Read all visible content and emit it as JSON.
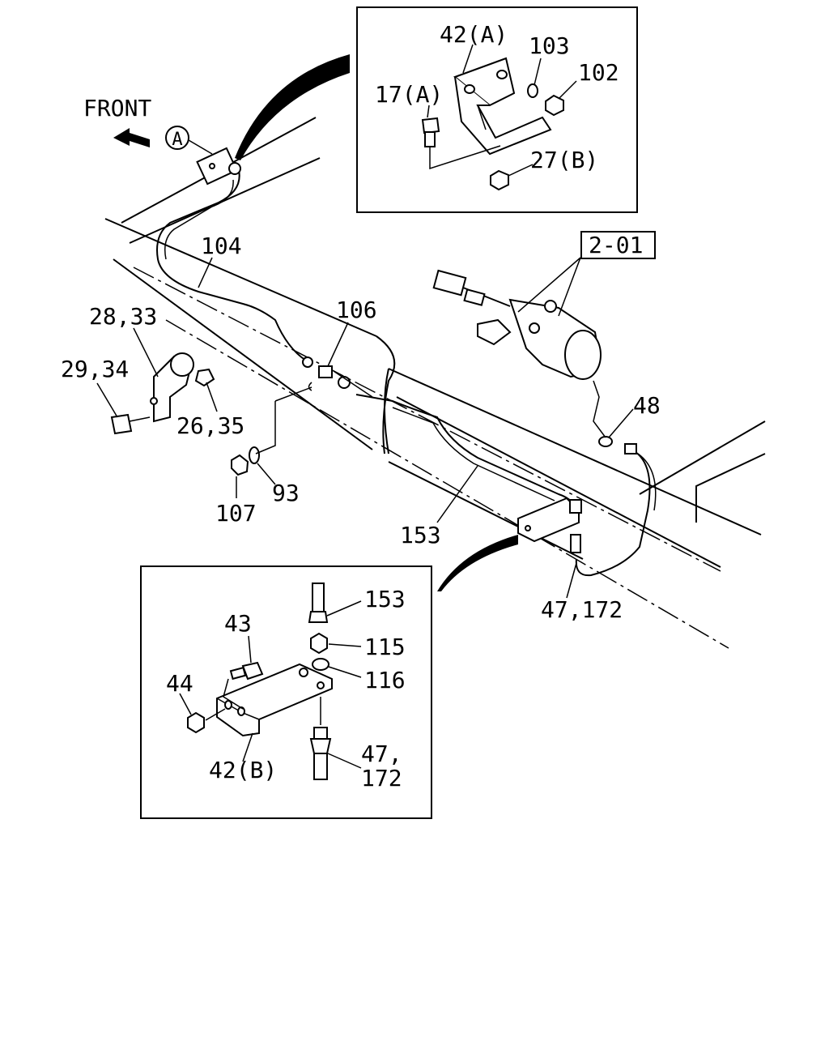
{
  "front_label": "FRONT",
  "callout_a": "A",
  "labels": {
    "p42a": "42(A)",
    "p103": "103",
    "p102": "102",
    "p17a": "17(A)",
    "p27b": "27(B)",
    "p2_01": "2-01",
    "p104": "104",
    "p28_33": "28,33",
    "p106": "106",
    "p29_34": "29,34",
    "p26_35": "26,35",
    "p48": "48",
    "p107": "107",
    "p93": "93",
    "p153": "153",
    "p47_172": "47,172",
    "d153": "153",
    "d43": "43",
    "d115": "115",
    "d116": "116",
    "d44": "44",
    "d47": "47,",
    "d172": "172",
    "d42b": "42(B)"
  }
}
